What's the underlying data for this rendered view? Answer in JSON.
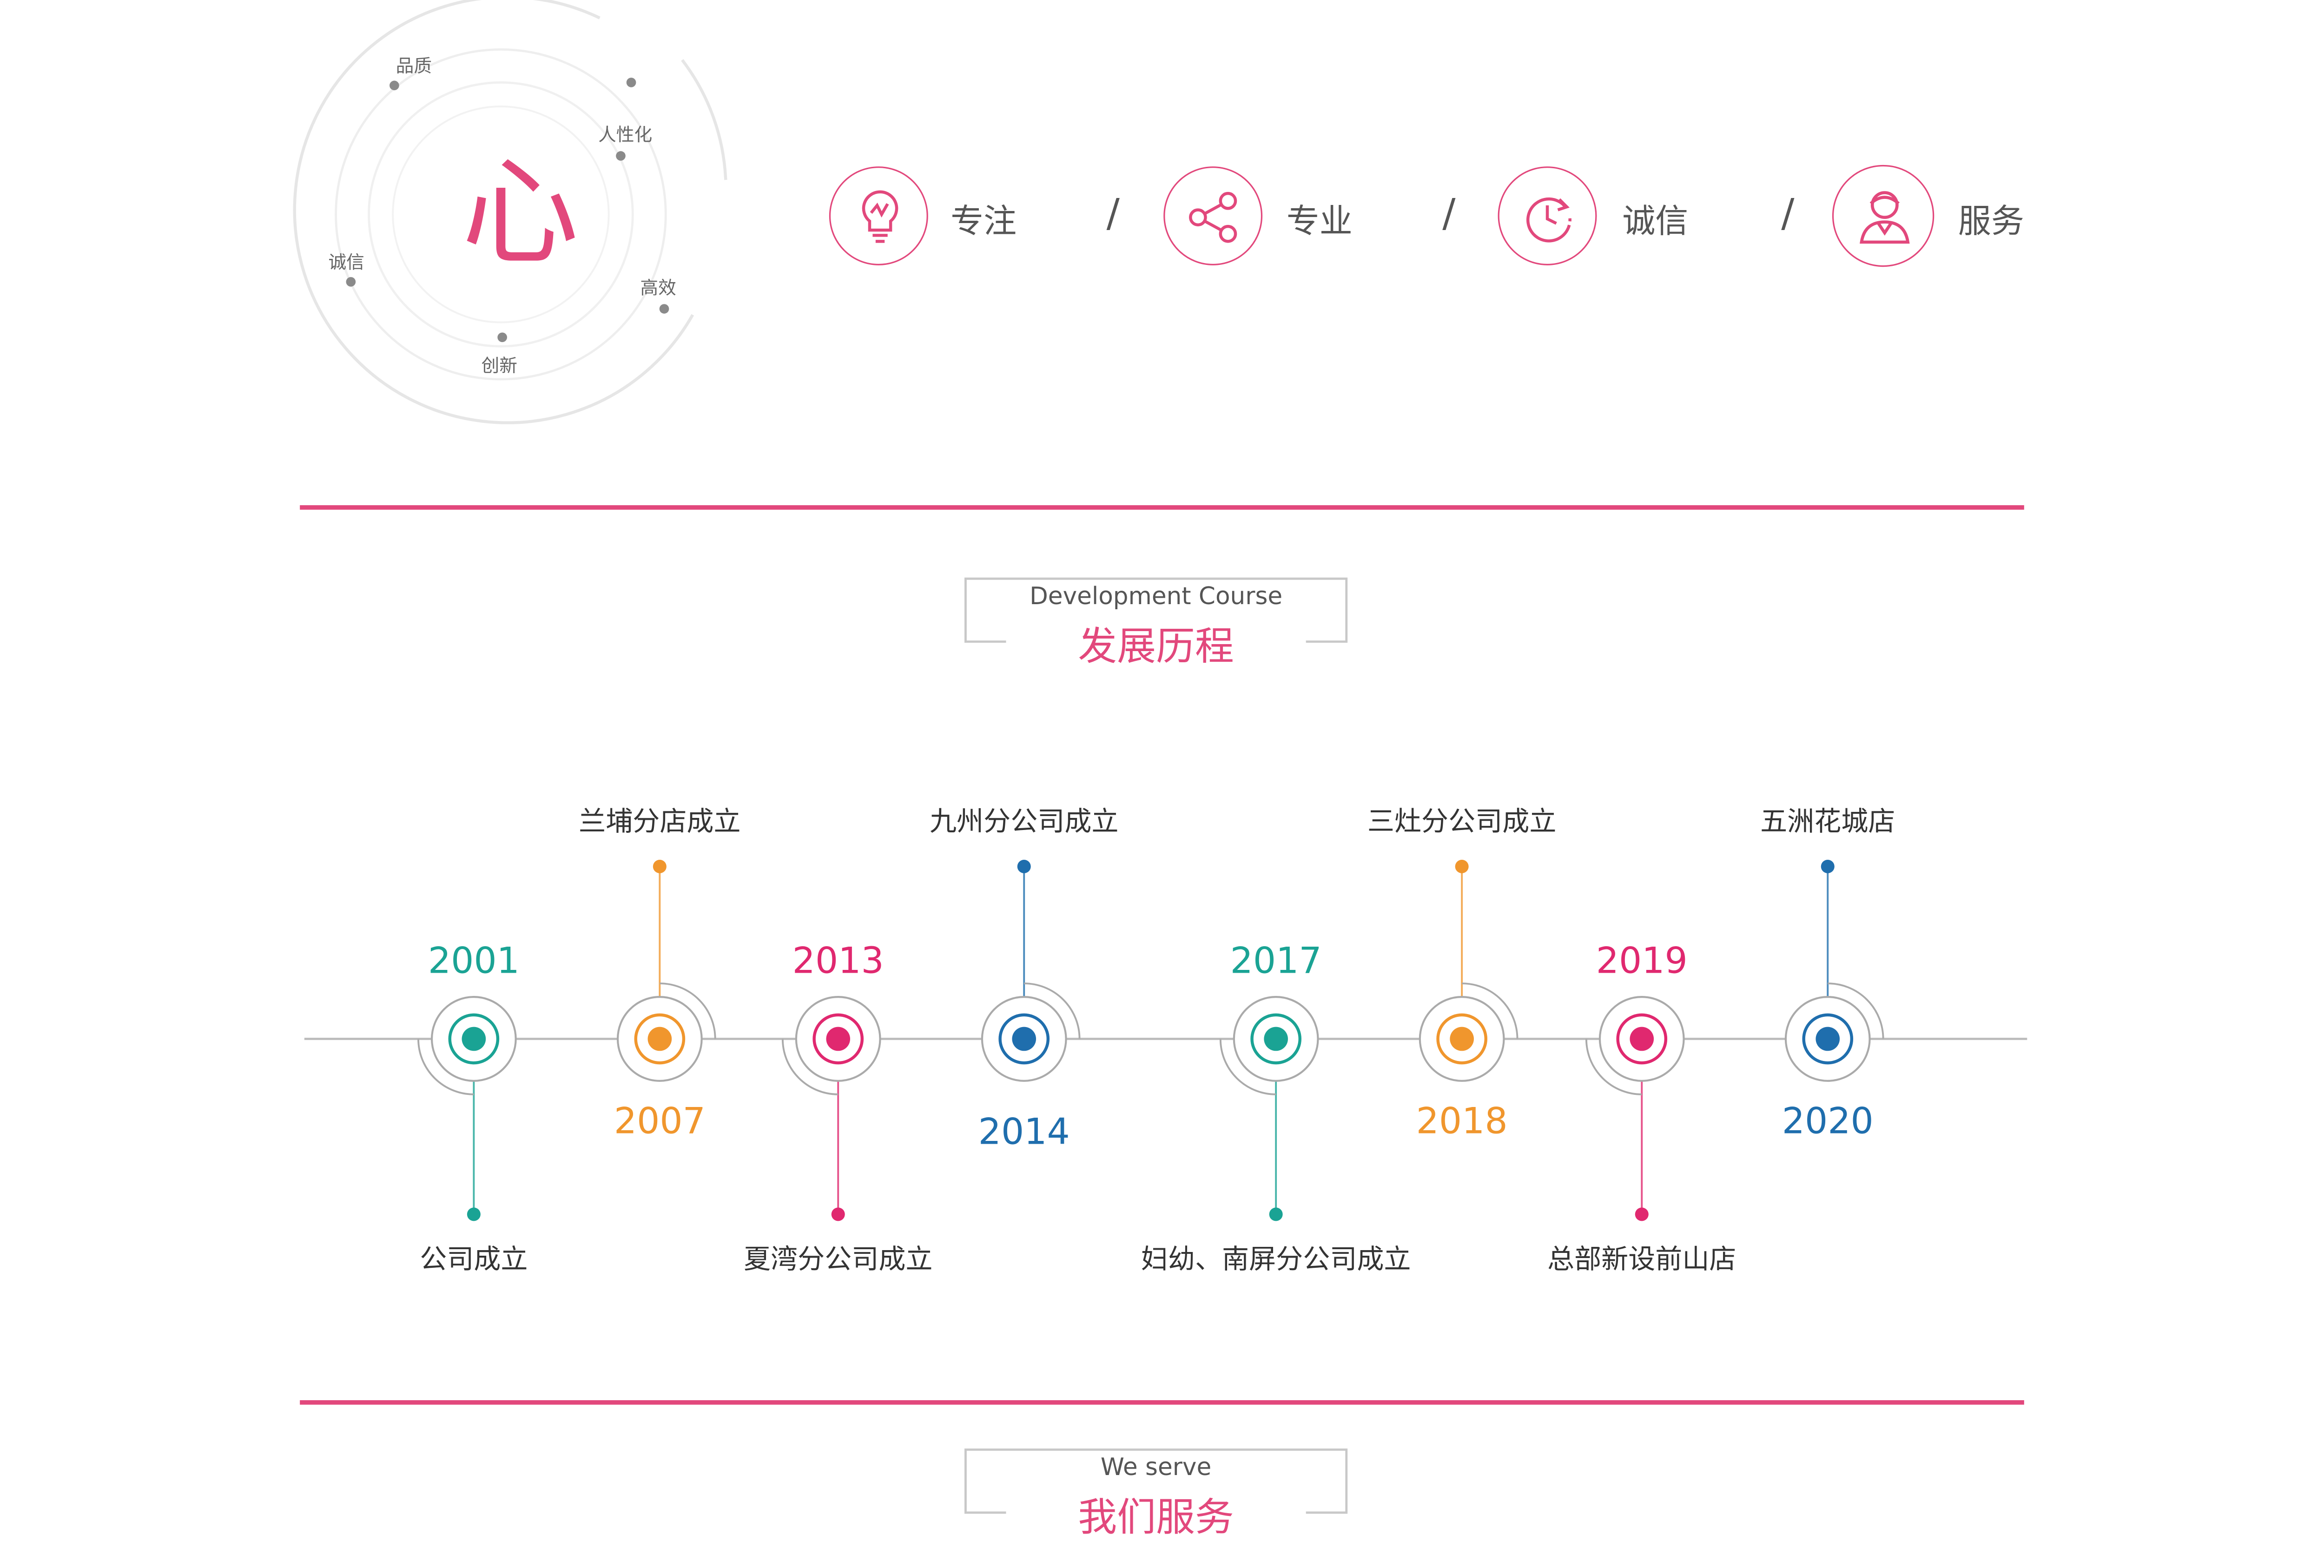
{
  "values_ring": {
    "center_char": "心",
    "labels": [
      "品质",
      "人性化",
      "诚信",
      "高效",
      "创新"
    ]
  },
  "core_values": {
    "items": [
      {
        "label": "专注",
        "icon": "lightbulb-icon"
      },
      {
        "label": "专业",
        "icon": "share-icon"
      },
      {
        "label": "诚信",
        "icon": "clock-icon"
      },
      {
        "label": "服务",
        "icon": "service-person-icon"
      }
    ],
    "separator": "/"
  },
  "development": {
    "title_en": "Development Course",
    "title_cn": "发展历程",
    "milestones": [
      {
        "year": "2001",
        "event": "公司成立",
        "color": "#1aa394"
      },
      {
        "year": "2007",
        "event": "兰埔分店成立",
        "color": "#f0962d"
      },
      {
        "year": "2013",
        "event": "夏湾分公司成立",
        "color": "#e0286f"
      },
      {
        "year": "2014",
        "event": "九州分公司成立",
        "color": "#1f6ead"
      },
      {
        "year": "2017",
        "event": "妇幼、南屏分公司成立",
        "color": "#1aa394"
      },
      {
        "year": "2018",
        "event": "三灶分公司成立",
        "color": "#f0962d"
      },
      {
        "year": "2019",
        "event": "总部新设前山店",
        "color": "#e0286f"
      },
      {
        "year": "2020",
        "event": "五洲花城店",
        "color": "#1f6ead"
      }
    ]
  },
  "services": {
    "title_en": "We serve",
    "title_cn": "我们服务"
  },
  "theme": {
    "accent": "#e2487c",
    "line_gray": "#aaaaaa"
  }
}
